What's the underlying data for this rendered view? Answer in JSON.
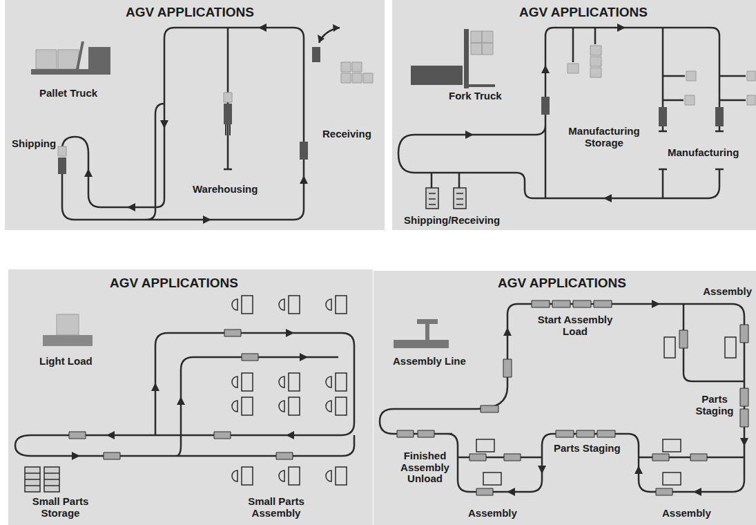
{
  "diagram": {
    "nodes": [
      {
        "text": [
          "AGV APPLICATIONS",
          "Pallet Truck",
          "Shipping",
          "Receiving",
          "Warehousing"
        ]
      },
      {
        "text": [
          "AGV APPLICATIONS",
          "Fork Truck",
          "Manufacturing Storage",
          "Manufacturing",
          "Shipping/Receiving"
        ]
      },
      {
        "text": [
          "AGV APPLICATIONS",
          "Light Load",
          "Small Parts Storage",
          "Small Parts Assembly"
        ]
      },
      {
        "text": [
          "AGV APPLICATIONS",
          "Assembly Line",
          "Start Assembly Load",
          "Assembly",
          "Parts Staging",
          "Parts Staging",
          "Finished Assembly Unload",
          "Assembly",
          "Assembly"
        ]
      }
    ]
  }
}
